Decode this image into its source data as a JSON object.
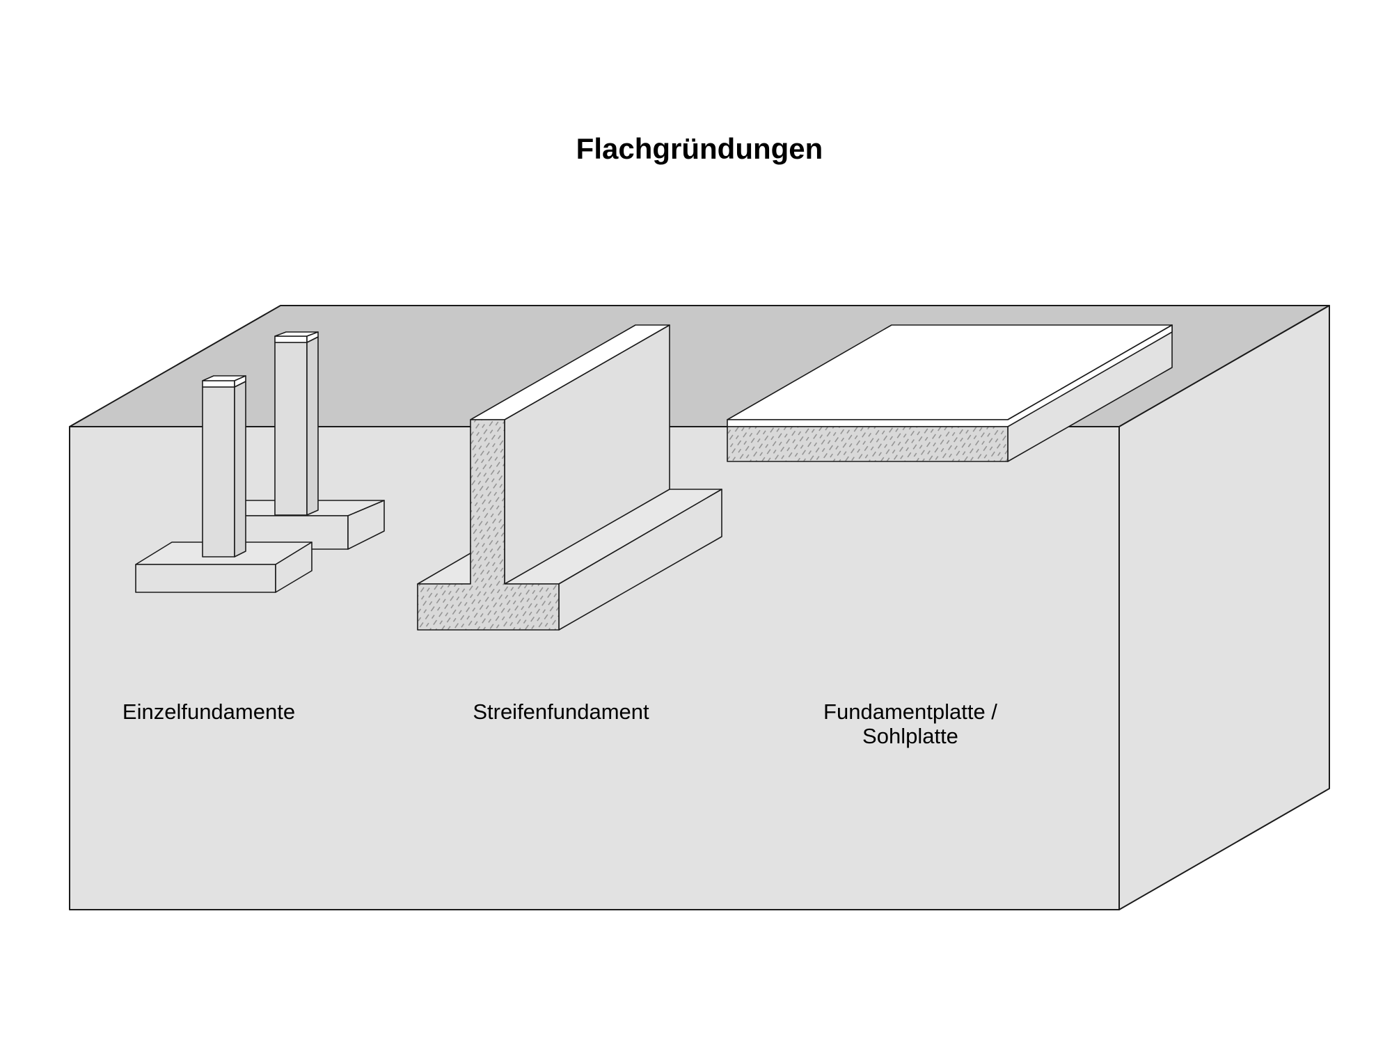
{
  "diagram": {
    "title": "Flachgründungen",
    "labels": {
      "single_footings": "Einzelfundamente",
      "strip_footing": "Streifenfundament",
      "raft_line1": "Fundamentplatte /",
      "raft_line2": "Sohlplatte"
    },
    "colors": {
      "soil_top": "#c8c8c8",
      "soil_front": "#e2e2e2",
      "soil_side": "#e2e2e2",
      "concrete_cut": "#d6d6d6",
      "element_top": "#ffffff",
      "stroke": "#1a1a1a"
    }
  }
}
